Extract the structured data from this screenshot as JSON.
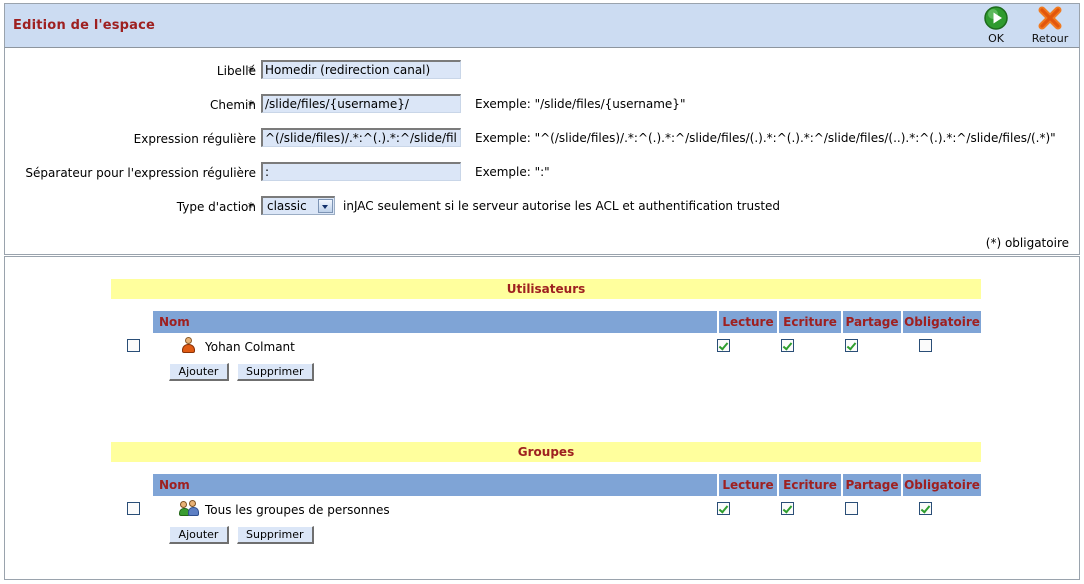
{
  "window": {
    "title": "Edition de l'espace",
    "accent_title_color": "#9e2020",
    "titlebar_bg": "#ccdcf2"
  },
  "toolbar": {
    "actions": [
      {
        "name": "ok",
        "label": "OK",
        "icon": "play-circle-icon"
      },
      {
        "name": "retour",
        "label": "Retour",
        "icon": "close-cross-icon"
      }
    ]
  },
  "form": {
    "required_marker": "*",
    "required_note": "(*) obligatoire",
    "fields": [
      {
        "label": "Libellé",
        "required": true,
        "value": "Homedir (redirection canal)",
        "hint": ""
      },
      {
        "label": "Chemin",
        "required": true,
        "value": "/slide/files/{username}/",
        "hint": "Exemple: \"/slide/files/{username}\""
      },
      {
        "label": "Expression régulière",
        "required": false,
        "value": "^(/slide/files)/.*:^(.).*:^/slide/fil",
        "hint": "Exemple: \"^(/slide/files)/.*:^(.).*:^/slide/files/(.).*:^(.).*:^/slide/files/(..).*:^(.).*:^/slide/files/(.*)\""
      },
      {
        "label": "Séparateur pour l'expression régulière",
        "required": false,
        "value": ":",
        "hint": "Exemple: \":\""
      },
      {
        "label": "Type d'action",
        "required": true,
        "value": "classic",
        "hint": "inJAC seulement si le serveur autorise les ACL et authentification trusted"
      }
    ]
  },
  "sections": {
    "users": {
      "title": "Utilisateurs",
      "columns": {
        "name": "Nom",
        "read": "Lecture",
        "write": "Ecriture",
        "share": "Partage",
        "mandatory": "Obligatoire"
      },
      "rows": [
        {
          "selected": false,
          "icon": "person-icon",
          "name": "Yohan Colmant",
          "read": true,
          "write": true,
          "share": true,
          "mandatory": false
        }
      ],
      "buttons": {
        "add": "Ajouter",
        "remove": "Supprimer"
      }
    },
    "groups": {
      "title": "Groupes",
      "columns": {
        "name": "Nom",
        "read": "Lecture",
        "write": "Ecriture",
        "share": "Partage",
        "mandatory": "Obligatoire"
      },
      "rows": [
        {
          "selected": false,
          "icon": "group-icon",
          "name": "Tous les groupes de personnes",
          "read": true,
          "write": true,
          "share": false,
          "mandatory": true
        }
      ],
      "buttons": {
        "add": "Ajouter",
        "remove": "Supprimer"
      }
    }
  },
  "colors": {
    "section_header_bg": "#ffff9d",
    "table_header_bg": "#7fa4d6",
    "table_header_text": "#9e2020",
    "input_bg": "#dbe6f7",
    "check_green": "#2e9e2e"
  }
}
